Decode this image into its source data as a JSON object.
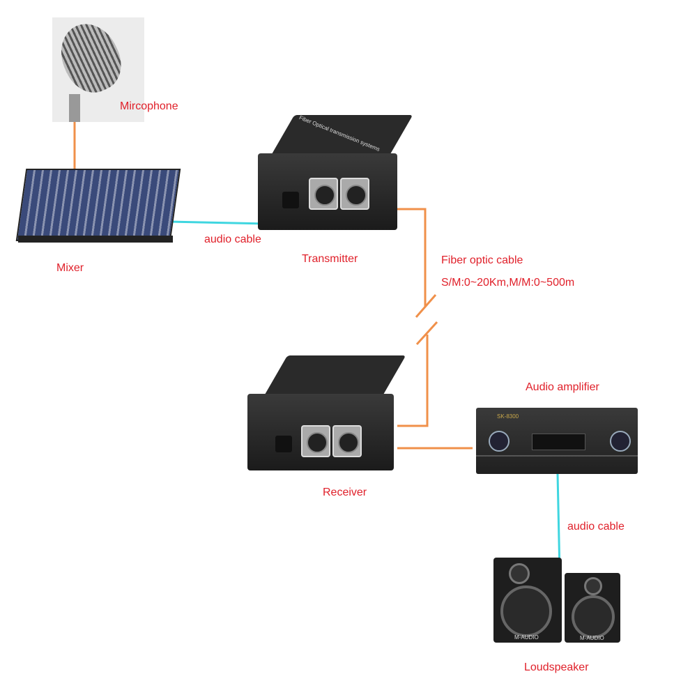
{
  "labels": {
    "microphone": "Mircophone",
    "mixer": "Mixer",
    "audio_cable_1": "audio cable",
    "transmitter": "Transmitter",
    "fiber_cable": "Fiber optic cable",
    "fiber_range": "S/M:0~20Km,M/M:0~500m",
    "receiver": "Receiver",
    "amplifier": "Audio amplifier",
    "audio_cable_2": "audio cable",
    "loudspeaker": "Loudspeaker"
  },
  "device_text": {
    "transceiver": "Fiber Optical transmission systems",
    "amplifier_model": "SK-8300",
    "speaker_brand": "M-AUDIO"
  },
  "colors": {
    "label": "#e0202a",
    "fiber_cable": "#f0904a",
    "audio_cable": "#3fd6e0"
  }
}
